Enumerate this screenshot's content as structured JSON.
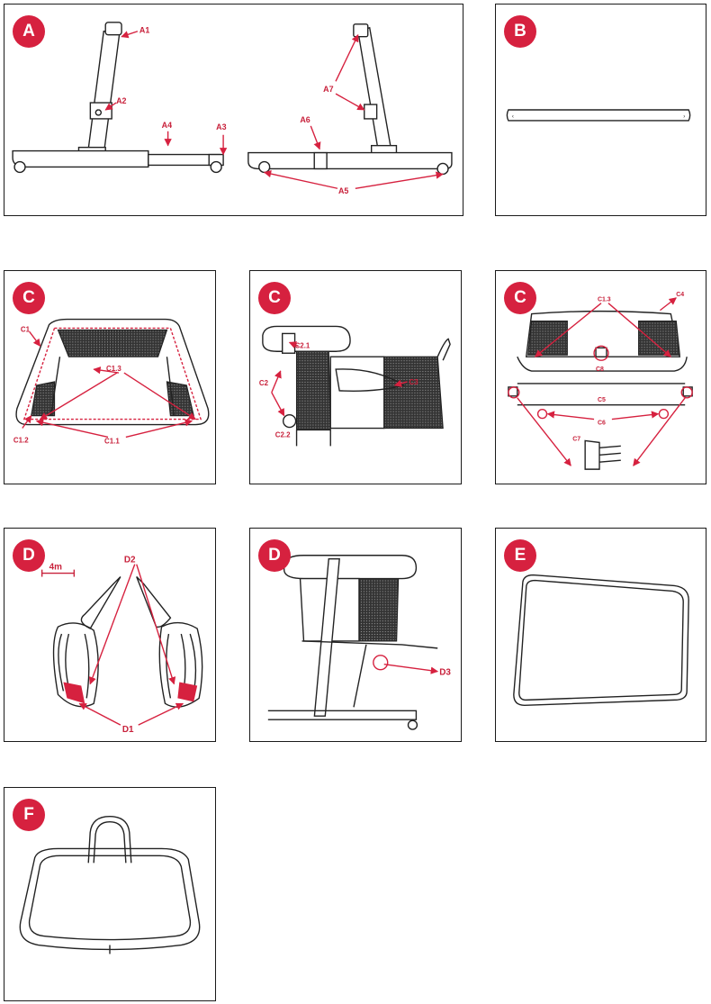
{
  "colors": {
    "accent": "#d6213f",
    "outline": "#1a1a1a"
  },
  "panels": {
    "A": {
      "badge": "A",
      "labels": [
        "A1",
        "A2",
        "A3",
        "A4",
        "A5",
        "A6",
        "A7"
      ]
    },
    "B": {
      "badge": "B"
    },
    "C1": {
      "badge": "C",
      "labels": [
        "C1",
        "C1.1",
        "C1.2",
        "C1.3"
      ]
    },
    "C2": {
      "badge": "C",
      "labels": [
        "C2",
        "C2.1",
        "C2.2",
        "C3"
      ]
    },
    "C3": {
      "badge": "C",
      "labels": [
        "C1.3",
        "C4",
        "C5",
        "C6",
        "C7",
        "C8"
      ]
    },
    "D1": {
      "badge": "D",
      "labels": [
        "D1",
        "D2"
      ],
      "scale": "4m"
    },
    "D2": {
      "badge": "D",
      "labels": [
        "D3"
      ]
    },
    "E": {
      "badge": "E"
    },
    "F": {
      "badge": "F"
    }
  }
}
